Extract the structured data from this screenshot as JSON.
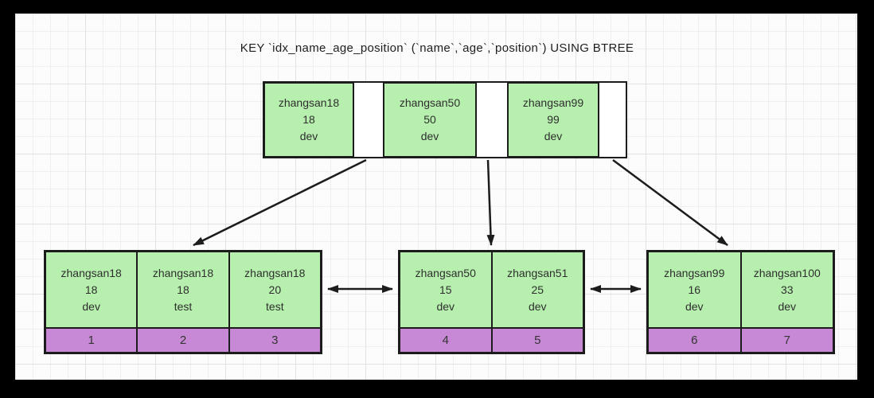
{
  "title": "KEY `idx_name_age_position` (`name`,`age`,`position`) USING BTREE",
  "colors": {
    "key_cell_green": "#b7f0ae",
    "row_id_purple": "#c789d5",
    "border_black": "#1c1c1c",
    "frame_black": "#000000"
  },
  "root": {
    "keys": [
      {
        "name": "zhangsan18",
        "age": "18",
        "position": "dev"
      },
      {
        "name": "zhangsan50",
        "age": "50",
        "position": "dev"
      },
      {
        "name": "zhangsan99",
        "age": "99",
        "position": "dev"
      }
    ]
  },
  "leaves": [
    {
      "records": [
        {
          "name": "zhangsan18",
          "age": "18",
          "position": "dev",
          "id": "1"
        },
        {
          "name": "zhangsan18",
          "age": "18",
          "position": "test",
          "id": "2"
        },
        {
          "name": "zhangsan18",
          "age": "20",
          "position": "test",
          "id": "3"
        }
      ]
    },
    {
      "records": [
        {
          "name": "zhangsan50",
          "age": "15",
          "position": "dev",
          "id": "4"
        },
        {
          "name": "zhangsan51",
          "age": "25",
          "position": "dev",
          "id": "5"
        }
      ]
    },
    {
      "records": [
        {
          "name": "zhangsan99",
          "age": "16",
          "position": "dev",
          "id": "6"
        },
        {
          "name": "zhangsan100",
          "age": "33",
          "position": "dev",
          "id": "7"
        }
      ]
    }
  ]
}
